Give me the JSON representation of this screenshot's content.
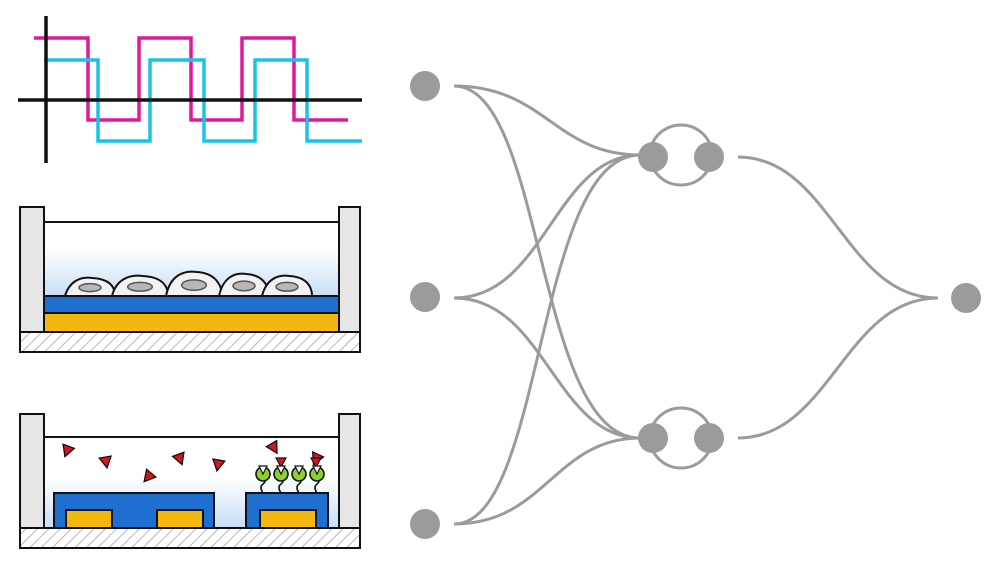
{
  "colors": {
    "signal_a": "#e0189b",
    "signal_b": "#18c4e6",
    "axis": "#111111",
    "wall": "#e6e6e6",
    "wall_stroke": "#111111",
    "blue_layer": "#1f6fd1",
    "gold_layer": "#f2b80f",
    "cell_fill": "#f2f2f2",
    "cell_nucleus": "#b7b7b7",
    "particle": "#d8141b",
    "receptor": "#8ccf2e",
    "node": "#9b9b9b",
    "edge": "#9b9b9b",
    "gradient_blue": "#c9def5"
  },
  "icons": {
    "panel1": "square-wave-signals-icon",
    "panel2": "cell-culture-well-icon",
    "panel3": "receptor-sensor-well-icon",
    "network": "neural-network-icon"
  },
  "network": {
    "input_nodes": 3,
    "hidden_units": 2,
    "output_nodes": 1,
    "recurrent": true
  }
}
